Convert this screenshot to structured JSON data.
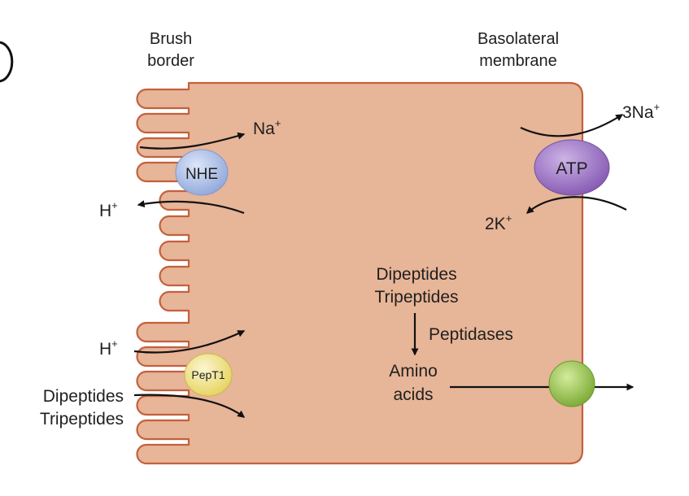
{
  "labels": {
    "brush_border_line1": "Brush",
    "brush_border_line2": "border",
    "basolateral_line1": "Basolateral",
    "basolateral_line2": "membrane",
    "na_base": "Na",
    "na_sup": "+",
    "h_top_base": "H",
    "h_top_sup": "+",
    "h_bottom_base": "H",
    "h_bottom_sup": "+",
    "na3_base": "3Na",
    "na3_sup": "+",
    "k2_base": "2K",
    "k2_sup": "+",
    "cell_dipeptides": "Dipeptides",
    "cell_tripeptides": "Tripeptides",
    "peptidases": "Peptidases",
    "amino": "Amino",
    "acids": "acids",
    "lumen_dipeptides": "Dipeptides",
    "lumen_tripeptides": "Tripeptides"
  },
  "transporters": {
    "nhe": "NHE",
    "atp": "ATP",
    "pept1": "PepT1"
  },
  "colors": {
    "cell_fill": "#e7b597",
    "cell_outline": "#c4603e",
    "nhe_fill": "#a9bce6",
    "atp_fill": "#a77dcb",
    "pept1_fill": "#f2e48a",
    "amino_carrier_fill": "#9cc84e",
    "arrow": "#111111",
    "text": "#1f1f1f"
  }
}
